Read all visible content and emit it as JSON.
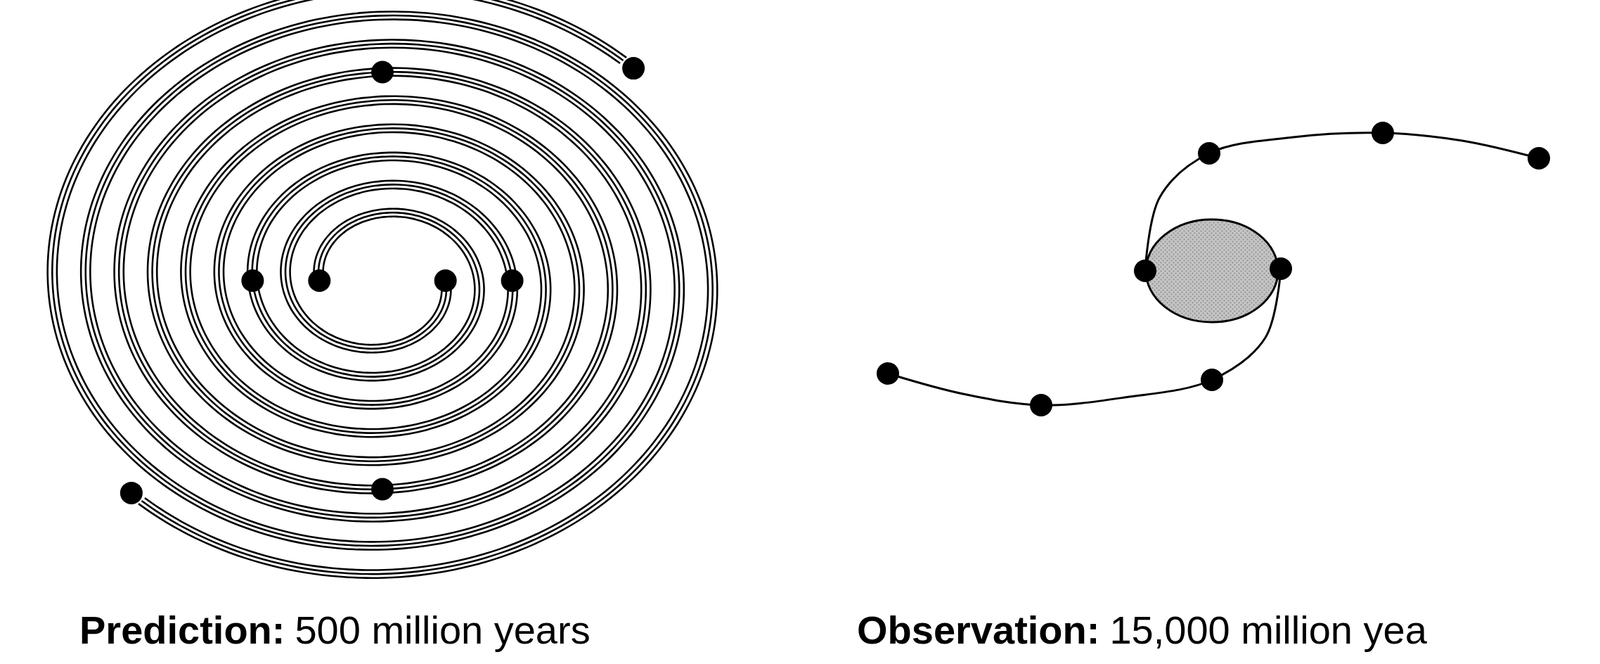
{
  "diagram": {
    "labels": [
      "Prediction:",
      "500 million years",
      "Observation:",
      "15,000 million yea"
    ]
  }
}
